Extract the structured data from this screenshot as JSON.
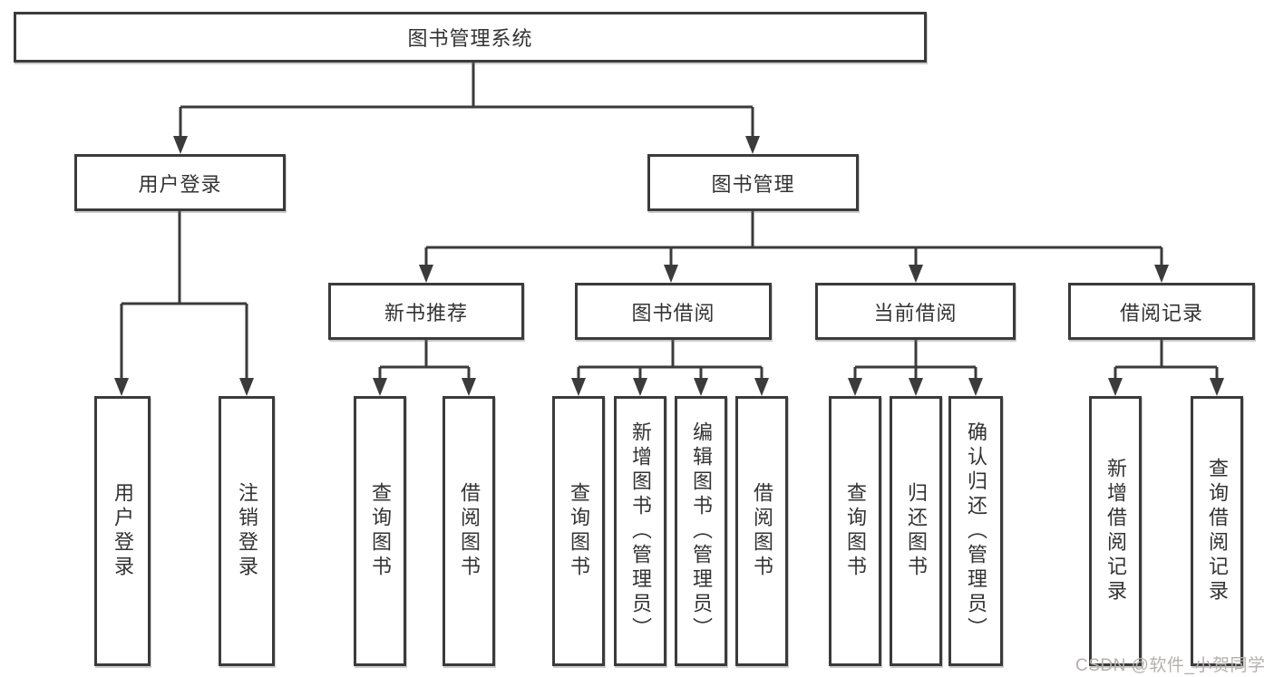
{
  "nodes": {
    "root": {
      "label": "图书管理系统"
    },
    "level2": [
      {
        "label": "用户登录"
      },
      {
        "label": "图书管理"
      }
    ],
    "level3": [
      {
        "label": "新书推荐"
      },
      {
        "label": "图书借阅"
      },
      {
        "label": "当前借阅"
      },
      {
        "label": "借阅记录"
      }
    ],
    "leaves": [
      {
        "label": "用户登录"
      },
      {
        "label": "注销登录"
      },
      {
        "label": "查询图书"
      },
      {
        "label": "借阅图书"
      },
      {
        "label": "查询图书"
      },
      {
        "label": "新增图书（管理员）"
      },
      {
        "label": "编辑图书（管理员）"
      },
      {
        "label": "借阅图书"
      },
      {
        "label": "查询图书"
      },
      {
        "label": "归还图书"
      },
      {
        "label": "确认归还（管理员）"
      },
      {
        "label": "新增借阅记录"
      },
      {
        "label": "查询借阅记录"
      }
    ]
  },
  "watermark": {
    "text": "CSDN @软件_小贺同学"
  },
  "colors": {
    "line": "#3b3b3b",
    "box_border": "#3b3b3b",
    "box_fill": "#ffffff",
    "text": "#333333",
    "watermark": "#b5afae",
    "background": "#ffffff"
  }
}
